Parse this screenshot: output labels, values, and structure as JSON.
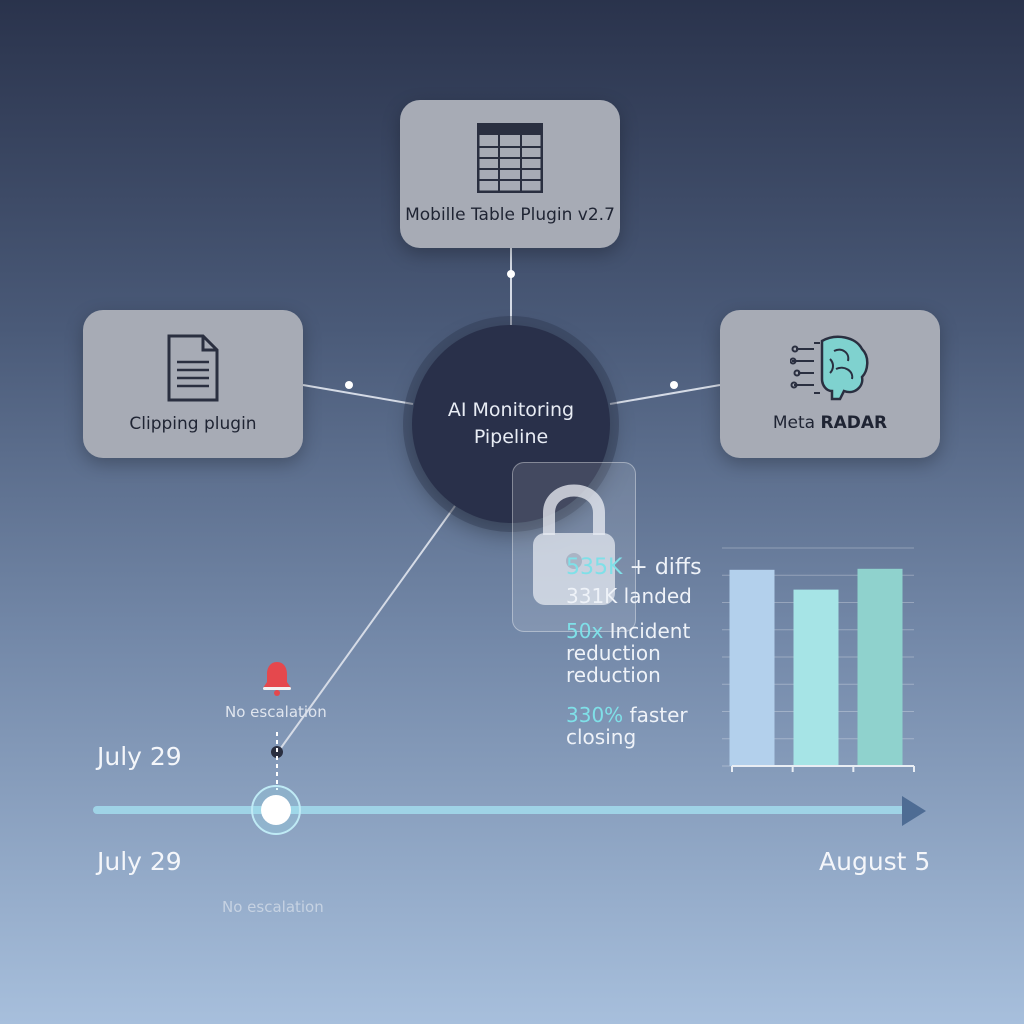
{
  "hub": {
    "label": "AI Monitoring Pipeline"
  },
  "nodes": {
    "table": {
      "label": "Mobille Table Plugin v2.7",
      "icon": "table-icon"
    },
    "clipping": {
      "label": "Clipping plugin",
      "icon": "document-icon"
    },
    "radar": {
      "label_prefix": "Meta ",
      "label_bold": "RADAR",
      "icon": "brain-circuit-icon"
    }
  },
  "stats": {
    "diffs_highlight": "535K",
    "diffs_rest": " + diffs",
    "landed": "331K landed",
    "incident_highlight": "50x",
    "incident_rest": " Incident",
    "incident_line2": "reduction",
    "incident_line3": "reduction",
    "faster_highlight": "330%",
    "faster_rest": " faster",
    "faster_line2": "closing"
  },
  "chart_data": {
    "type": "bar",
    "categories": [
      "",
      "",
      ""
    ],
    "values": [
      198,
      178,
      199
    ],
    "ylim": [
      0,
      220
    ],
    "colors": [
      "#b3d0ec",
      "#a6e4e6",
      "#8fd2cd"
    ],
    "grid": true
  },
  "timeline": {
    "date_top": "July 29",
    "date_start": "July 29",
    "date_end": "August 5",
    "note_top": "No escalation",
    "note_bottom": "No escalation",
    "bell_icon": "bell-icon",
    "line_color": "#9fd3e6"
  },
  "colors": {
    "node_fill": "#a7abb5",
    "hub_fill": "#29304a",
    "accent": "#7fe0e8"
  }
}
